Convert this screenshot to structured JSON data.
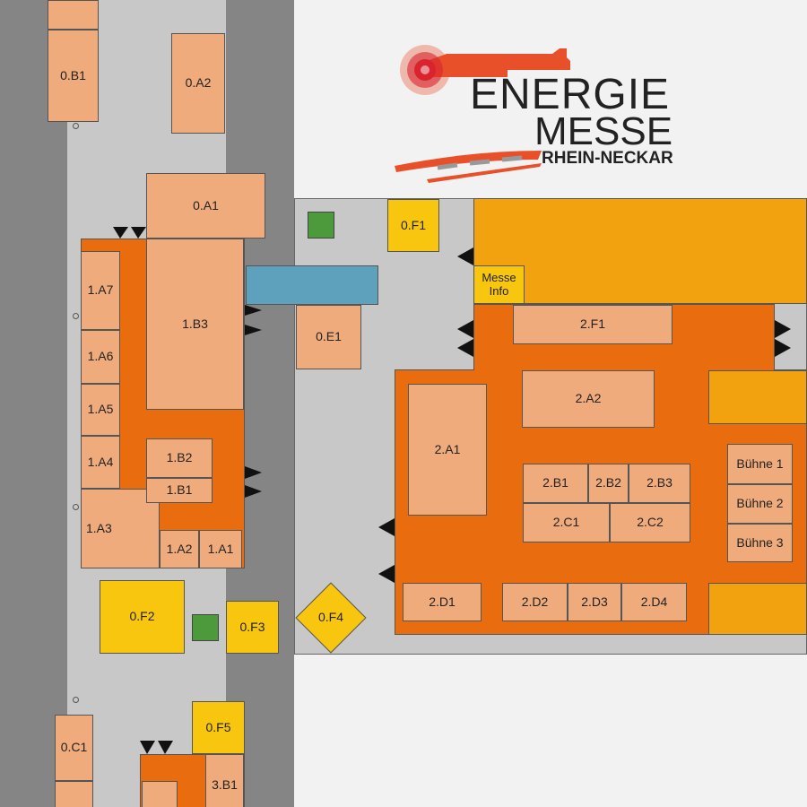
{
  "logo": {
    "line1": "ENERGIE",
    "line2": "MESSE",
    "line3": "RHEIN-NECKAR",
    "colors": {
      "accent": "#e8502a",
      "sun": "#d9232e",
      "text": "#222222"
    }
  },
  "colors": {
    "booth": "#f0ab7c",
    "hall": "#e96c0f",
    "amber": "#f2a20e",
    "yellow": "#f8c60f",
    "wall": "#858585",
    "aisle": "#c8c8c8",
    "green": "#4d9a3c",
    "blue": "#5ea1bd"
  },
  "booths": {
    "b0B1": "0.B1",
    "b0A2": "0.A2",
    "b0A1": "0.A1",
    "b0F1": "0.F1",
    "messe_info": "Messe Info",
    "b0E1": "0.E1",
    "b1A7": "1.A7",
    "b1A6": "1.A6",
    "b1A5": "1.A5",
    "b1A4": "1.A4",
    "b1A3": "1.A3",
    "b1A2": "1.A2",
    "b1A1": "1.A1",
    "b1B3": "1.B3",
    "b1B2": "1.B2",
    "b1B1": "1.B1",
    "b0F2": "0.F2",
    "b0F3": "0.F3",
    "b0F4": "0.F4",
    "b0F5": "0.F5",
    "b0C1": "0.C1",
    "b3B1": "3.B1",
    "b2F1": "2.F1",
    "b2A2": "2.A2",
    "b2A1": "2.A1",
    "b2B1": "2.B1",
    "b2B2": "2.B2",
    "b2B3": "2.B3",
    "b2C1": "2.C1",
    "b2C2": "2.C2",
    "b2D1": "2.D1",
    "b2D2": "2.D2",
    "b2D3": "2.D3",
    "b2D4": "2.D4",
    "buehne1": "Bühne 1",
    "buehne2": "Bühne 2",
    "buehne3": "Bühne 3"
  }
}
